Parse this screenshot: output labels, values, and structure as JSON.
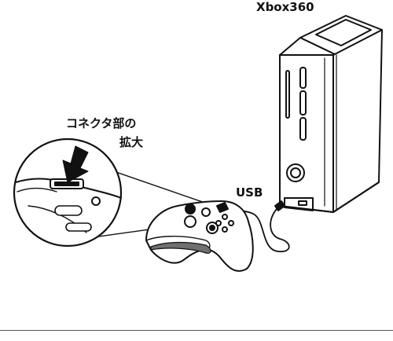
{
  "labels": {
    "console": "Xbox360",
    "usb": "USB",
    "connector_line1": "コネクタ部の",
    "connector_line2": "拡大"
  },
  "colors": {
    "stroke": "#111111",
    "fill": "#ffffff",
    "grip_shade": "#6f6f6f"
  }
}
